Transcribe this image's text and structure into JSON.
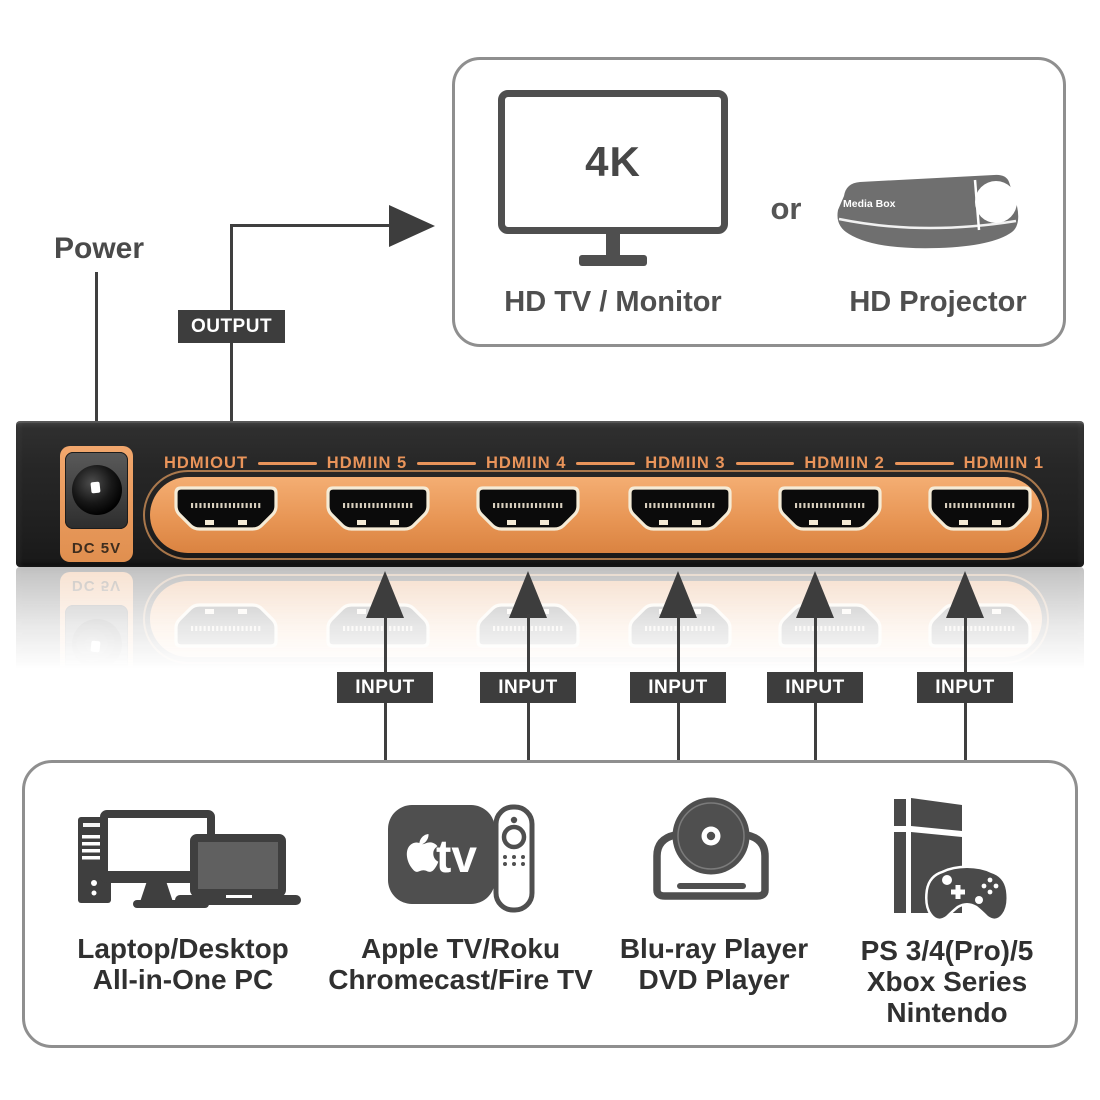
{
  "power": {
    "label": "Power"
  },
  "output": {
    "label": "OUTPUT"
  },
  "display_devices": {
    "tv": {
      "screen_badge": "4K",
      "caption": "HD TV / Monitor"
    },
    "conjunction": "or",
    "projector": {
      "body_text": "Media Box",
      "caption": "HD Projector"
    }
  },
  "switch": {
    "dc_label": "DC 5V",
    "port_labels": [
      "HDMIOUT",
      "HDMIIN 5",
      "HDMIIN 4",
      "HDMIIN 3",
      "HDMIIN 2",
      "HDMIIN 1"
    ]
  },
  "input_tags": [
    "INPUT",
    "INPUT",
    "INPUT",
    "INPUT",
    "INPUT"
  ],
  "sources": [
    {
      "icon": "desktop-pc-icon",
      "lines": [
        "Laptop/Desktop",
        "All-in-One PC"
      ]
    },
    {
      "icon": "apple-tv-remote-icon",
      "logo_text": "tv",
      "lines": [
        "Apple TV/Roku",
        "Chromecast/Fire TV"
      ]
    },
    {
      "icon": "bluray-player-icon",
      "lines": [
        "Blu-ray Player",
        "DVD Player"
      ]
    },
    {
      "icon": "game-consoles-icon",
      "lines": [
        "PS 3/4(Pro)/5",
        "Xbox Series",
        "Nintendo"
      ]
    }
  ],
  "colors": {
    "accent_orange": "#EC9B5F",
    "hdmi_label": "#E9945A",
    "port_outline": "#F5EBD6",
    "device_black": "#232323",
    "tag_background": "#3D3D3D",
    "box_border": "#8F8F8F",
    "icon_gray": "#4F4F4F"
  }
}
